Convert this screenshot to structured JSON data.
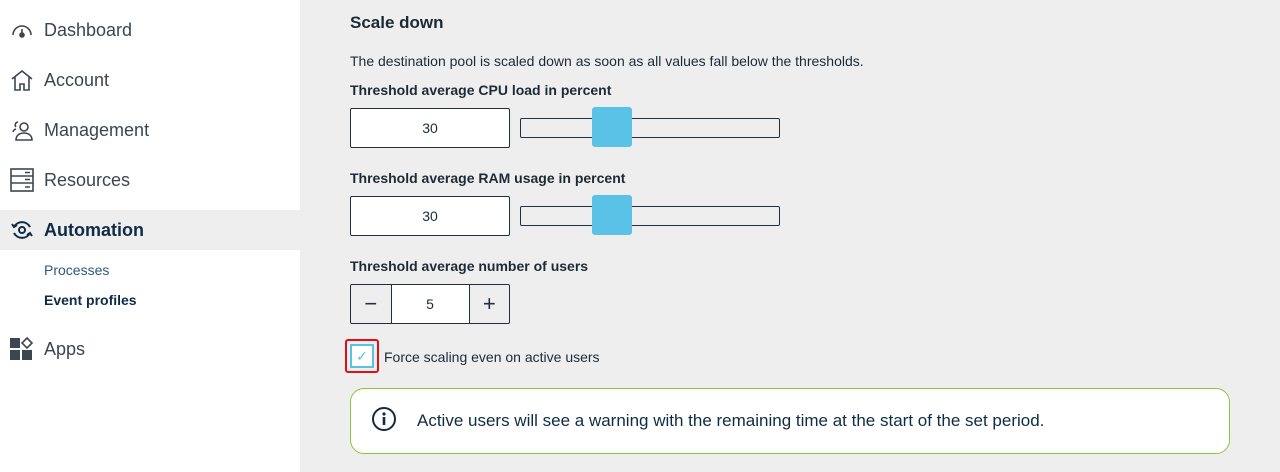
{
  "sidebar": {
    "items": [
      {
        "label": "Dashboard",
        "icon": "gauge-icon"
      },
      {
        "label": "Account",
        "icon": "home-icon"
      },
      {
        "label": "Management",
        "icon": "users-icon"
      },
      {
        "label": "Resources",
        "icon": "server-icon"
      },
      {
        "label": "Automation",
        "icon": "automation-gear-icon"
      },
      {
        "label": "Apps",
        "icon": "apps-icon"
      }
    ],
    "subitems": [
      {
        "label": "Processes"
      },
      {
        "label": "Event profiles"
      }
    ]
  },
  "main": {
    "title": "Scale down",
    "description": "The destination pool is scaled down as soon as all values fall below the thresholds.",
    "cpu": {
      "label": "Threshold average CPU load in percent",
      "value": "30",
      "percent": 30
    },
    "ram": {
      "label": "Threshold average RAM usage in percent",
      "value": "30",
      "percent": 30
    },
    "users": {
      "label": "Threshold average number of users",
      "value": "5",
      "minus": "−",
      "plus": "+"
    },
    "force": {
      "label": "Force scaling even on active users",
      "checked": true
    },
    "info": "Active users will see a warning with the remaining time at the start of the set period."
  },
  "colors": {
    "accent": "#5bc2e7",
    "info_border": "#8cc63f",
    "highlight": "#e01010"
  }
}
